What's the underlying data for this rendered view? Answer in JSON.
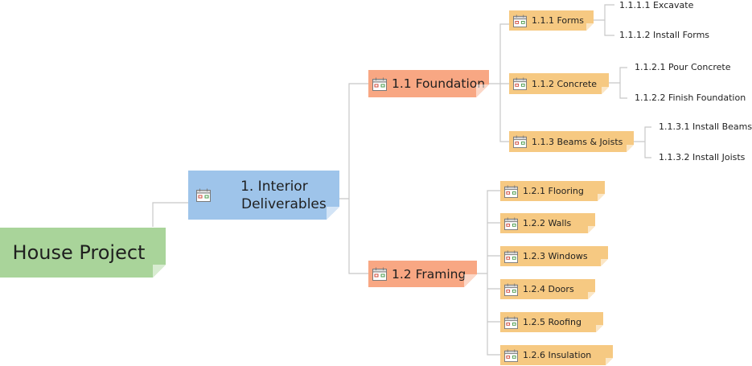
{
  "root": {
    "label": "House Project"
  },
  "interior": {
    "label_line1": "1. Interior",
    "label_line2": "Deliverables"
  },
  "foundation": {
    "label": "1.1 Foundation",
    "forms": {
      "label": "1.1.1 Forms",
      "items": [
        "1.1.1.1 Excavate",
        "1.1.1.2 Install Forms"
      ]
    },
    "concrete": {
      "label": "1.1.2 Concrete",
      "items": [
        "1.1.2.1 Pour Concrete",
        "1.1.2.2 Finish Foundation"
      ]
    },
    "beams": {
      "label": "1.1.3 Beams & Joists",
      "items": [
        "1.1.3.1 Install Beams",
        "1.1.3.2 Install Joists"
      ]
    }
  },
  "framing": {
    "label": "1.2 Framing",
    "items": [
      "1.2.1 Flooring",
      "1.2.2 Walls",
      "1.2.3 Windows",
      "1.2.4 Doors",
      "1.2.5 Roofing",
      "1.2.6 Insulation"
    ]
  },
  "colors": {
    "root": "#a9d49a",
    "level1": "#9ec4ea",
    "level2": "#f8a783",
    "level3": "#f6c982",
    "connector": "#c8c8c8",
    "task_icon": "calendar-task-icon"
  }
}
